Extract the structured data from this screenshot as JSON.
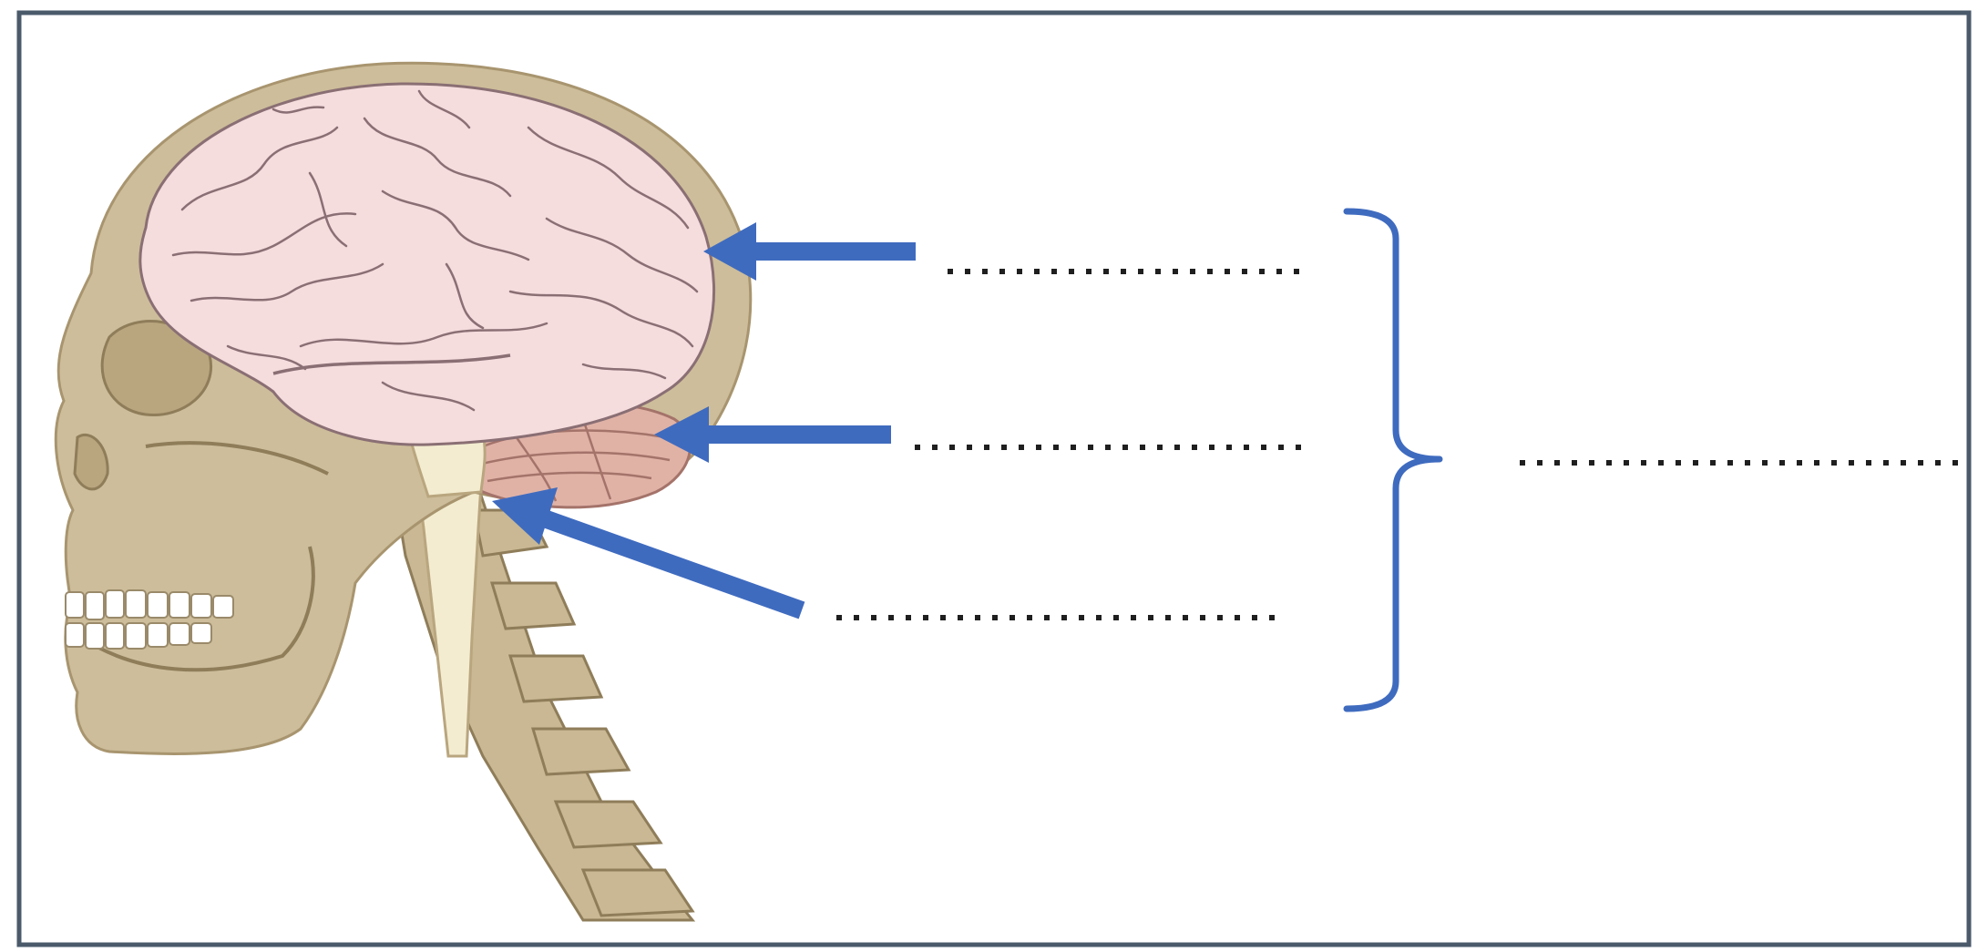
{
  "diagram": {
    "labels": [
      {
        "id": "brain-part-top",
        "text": ""
      },
      {
        "id": "brain-part-middle",
        "text": ""
      },
      {
        "id": "brain-part-bottom",
        "text": ""
      },
      {
        "id": "group-label",
        "text": ""
      }
    ]
  },
  "colors": {
    "frame": "#4a5a6b",
    "arrow": "#3f6bbf",
    "brace": "#3f6bbf",
    "dots": "#1f1f1f",
    "skull": "#cdbd9a",
    "skull_shade": "#b9a67f",
    "skull_line": "#8f7d5a",
    "cerebrum": "#f5dcdd",
    "cerebrum_line": "#8a6f74",
    "cerebellum": "#e0b2a6",
    "cerebellum_line": "#a4736a",
    "brainstem": "#f3ecd0",
    "teeth": "#ffffff"
  },
  "icons": {
    "illustration": "human-head-skull-brain",
    "pointer": "arrow-left-icon",
    "grouping": "curly-brace-icon"
  }
}
